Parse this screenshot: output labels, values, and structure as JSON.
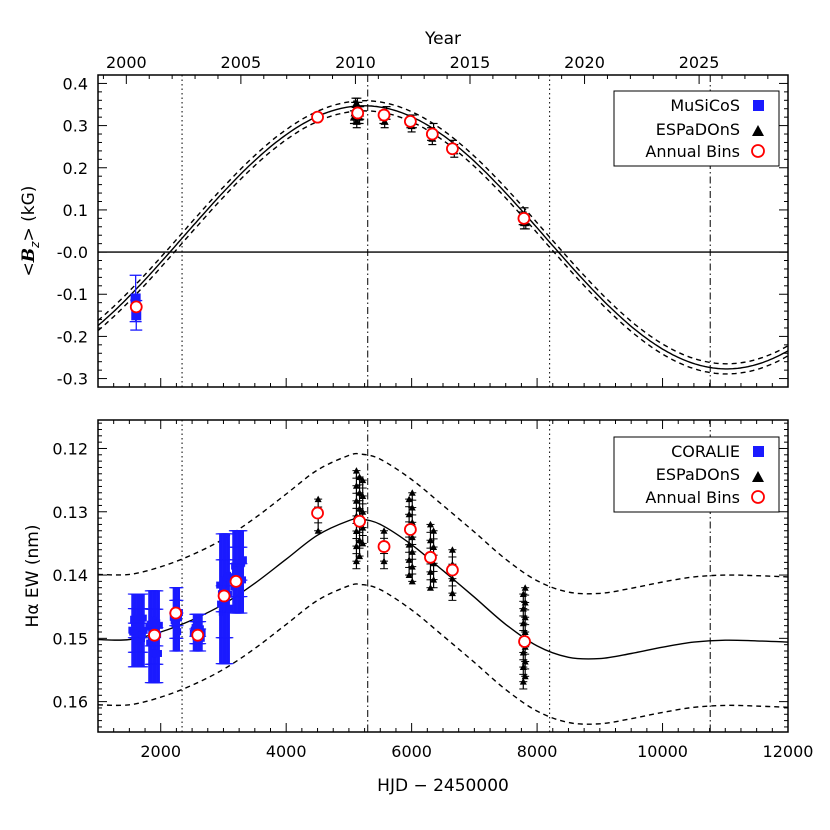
{
  "chart_data": [
    {
      "type": "scatter",
      "panel": "top",
      "top_axis_label": "Year",
      "top_ticks": [
        "2000",
        "2005",
        "2010",
        "2015",
        "2020",
        "2025"
      ],
      "ylabel_parts": [
        "<",
        "B",
        "z",
        ">",
        " (kG)"
      ],
      "xlim": [
        1000,
        12000
      ],
      "ylim": [
        -0.32,
        0.42
      ],
      "yticks": [
        "0.4",
        "0.3",
        "0.2",
        "0.1",
        "-0.0",
        "-0.1",
        "-0.2",
        "-0.3"
      ],
      "ytick_values": [
        0.4,
        0.3,
        0.2,
        0.1,
        0.0,
        -0.1,
        -0.2,
        -0.3
      ],
      "legend": {
        "placement": "top-right",
        "entries": [
          "MuSiCoS",
          "ESPaDOnS",
          "Annual Bins"
        ]
      },
      "model": {
        "form": "sinusoid",
        "amplitude": 0.312,
        "offset": 0.035,
        "period": 11560,
        "phase_zero": 2353,
        "envelope": 0.012
      },
      "musicos": {
        "x": [
          1600,
          1610
        ],
        "y": [
          -0.11,
          -0.15
        ],
        "err": [
          0.055,
          0.035
        ]
      },
      "espadons": {
        "x": [
          5080,
          5090,
          5100,
          5105,
          5110,
          5115,
          5120,
          5125,
          5130,
          5135,
          5140,
          5150,
          5160,
          5170,
          5180,
          5550,
          5570,
          5600,
          5980,
          6000,
          6020,
          6310,
          6330,
          6350,
          6660,
          6680,
          7770,
          7790,
          7800,
          7820
        ],
        "y": [
          0.32,
          0.33,
          0.34,
          0.35,
          0.33,
          0.32,
          0.34,
          0.31,
          0.33,
          0.35,
          0.32,
          0.34,
          0.33,
          0.32,
          0.33,
          0.32,
          0.31,
          0.33,
          0.31,
          0.3,
          0.31,
          0.28,
          0.27,
          0.29,
          0.25,
          0.24,
          0.08,
          0.07,
          0.09,
          0.07
        ],
        "err": 0.015
      },
      "bins": {
        "x": [
          1610,
          4500,
          5140,
          5560,
          5980,
          6330,
          6650,
          7790
        ],
        "y": [
          -0.13,
          0.32,
          0.33,
          0.325,
          0.31,
          0.28,
          0.245,
          0.08
        ]
      },
      "vlines_dotted": [
        2340,
        8200
      ],
      "vlines_dashdot": [
        5300,
        10760
      ],
      "hline": 0.0
    },
    {
      "type": "scatter",
      "panel": "bottom",
      "xlabel": "HJD − 2450000",
      "ylabel": "Hα EW (nm)",
      "xlim": [
        1000,
        12000
      ],
      "xticks": [
        "2000",
        "4000",
        "6000",
        "8000",
        "10000",
        "12000"
      ],
      "xtick_values": [
        2000,
        4000,
        6000,
        8000,
        10000,
        12000
      ],
      "ylim": [
        0.1648,
        0.1155
      ],
      "yticks": [
        "0.12",
        "0.13",
        "0.14",
        "0.15",
        "0.16"
      ],
      "ytick_values": [
        0.12,
        0.13,
        0.14,
        0.15,
        0.16
      ],
      "legend": {
        "placement": "top-right",
        "entries": [
          "CORALIE",
          "ESPaDOnS",
          "Annual Bins"
        ]
      },
      "model": {
        "x": [
          1000,
          1500,
          2000,
          2500,
          3000,
          3500,
          4000,
          4500,
          5000,
          5200,
          5500,
          6000,
          6500,
          7000,
          7500,
          8000,
          8500,
          9000,
          9500,
          10000,
          10500,
          11000,
          11500,
          12000
        ],
        "y": [
          0.1502,
          0.1502,
          0.149,
          0.1471,
          0.1446,
          0.1413,
          0.1375,
          0.1337,
          0.1314,
          0.1312,
          0.132,
          0.1352,
          0.1393,
          0.1435,
          0.1478,
          0.1512,
          0.153,
          0.1532,
          0.1524,
          0.1514,
          0.1506,
          0.1503,
          0.1504,
          0.1506
        ],
        "band": 0.0103
      },
      "coralie_groups": [
        {
          "x0": 1540,
          "x1": 1740,
          "ymin": 0.1545,
          "ymax": 0.143
        },
        {
          "x0": 1810,
          "x1": 1990,
          "ymin": 0.157,
          "ymax": 0.1425
        },
        {
          "x0": 2200,
          "x1": 2300,
          "ymin": 0.152,
          "ymax": 0.142
        },
        {
          "x0": 2520,
          "x1": 2660,
          "ymin": 0.152,
          "ymax": 0.1462
        },
        {
          "x0": 2940,
          "x1": 3100,
          "ymin": 0.154,
          "ymax": 0.1335
        },
        {
          "x0": 3150,
          "x1": 3320,
          "ymin": 0.146,
          "ymax": 0.133
        }
      ],
      "espadons_groups": [
        {
          "x": 4510,
          "ymin": 0.133,
          "ymax": 0.128
        },
        {
          "x": 5120,
          "ymin": 0.139,
          "ymax": 0.1235
        },
        {
          "x": 5170,
          "ymin": 0.137,
          "ymax": 0.1245
        },
        {
          "x": 5220,
          "ymin": 0.135,
          "ymax": 0.125
        },
        {
          "x": 5560,
          "ymin": 0.139,
          "ymax": 0.133
        },
        {
          "x": 5960,
          "ymin": 0.14,
          "ymax": 0.128
        },
        {
          "x": 6010,
          "ymin": 0.141,
          "ymax": 0.127
        },
        {
          "x": 6300,
          "ymin": 0.142,
          "ymax": 0.132
        },
        {
          "x": 6350,
          "ymin": 0.142,
          "ymax": 0.133
        },
        {
          "x": 6650,
          "ymin": 0.144,
          "ymax": 0.136
        },
        {
          "x": 7780,
          "ymin": 0.158,
          "ymax": 0.143
        },
        {
          "x": 7810,
          "ymin": 0.156,
          "ymax": 0.142
        }
      ],
      "bins": {
        "x": [
          1900,
          2240,
          2590,
          3010,
          3200,
          4500,
          5170,
          5560,
          5980,
          6300,
          6650,
          7800
        ],
        "y": [
          0.1495,
          0.146,
          0.1495,
          0.1433,
          0.141,
          0.1302,
          0.1315,
          0.1355,
          0.1328,
          0.1372,
          0.1392,
          0.1505
        ]
      },
      "vlines_dotted": [
        2340,
        8200
      ],
      "vlines_dashdot": [
        5300,
        10760
      ]
    }
  ],
  "colors": {
    "musicos": "#1a1aff",
    "coralie": "#1a1aff",
    "espadons": "#000000",
    "bins_edge": "#ff0000",
    "bins_fill": "#ffffff"
  }
}
